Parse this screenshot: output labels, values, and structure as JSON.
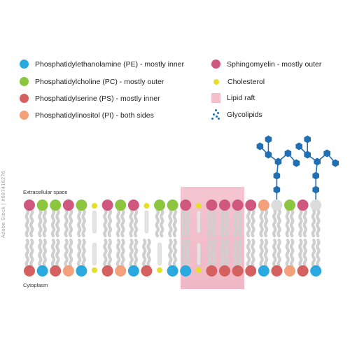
{
  "colors": {
    "pe": "#29a9e0",
    "pc": "#8cc63f",
    "ps": "#d4605f",
    "pi": "#f4a07a",
    "sm": "#d0587f",
    "cholesterol": "#e7de2a",
    "raft": "#f2bfcb",
    "glycolipid": "#1f6fb5",
    "tail": "#e4e4e4",
    "head_plain": "#dcdcdc"
  },
  "legend": {
    "pe": "Phosphatidylethanolamine (PE) - mostly inner",
    "pc": "Phosphatidylcholine (PC) - mostly outer",
    "ps": "Phosphatidylserine (PS) - mostly inner",
    "pi": "Phosphatidylinositol (PI) - both sides",
    "sm": "Sphingomyelin - mostly outer",
    "cholesterol": "Cholesterol",
    "raft": "Lipid raft",
    "glyco": "Glycolipids"
  },
  "membrane": {
    "extracellular_label": "Extracellular space",
    "cytoplasm_label": "Cytoplasm",
    "outer_leaflet": [
      "sm",
      "pc",
      "pc",
      "sm",
      "pc",
      "chol",
      "sm",
      "pc",
      "sm",
      "chol",
      "pc",
      "pc",
      "sm",
      "chol",
      "sm",
      "sm",
      "sm",
      "sm",
      "pi",
      "glyco",
      "pc",
      "sm",
      "glyco"
    ],
    "inner_leaflet": [
      "ps",
      "pe",
      "ps",
      "pi",
      "pe",
      "chol",
      "ps",
      "pi",
      "pe",
      "ps",
      "chol",
      "pe",
      "pe",
      "chol",
      "ps",
      "ps",
      "ps",
      "ps",
      "pe",
      "ps",
      "pi",
      "ps",
      "pe"
    ]
  },
  "watermark": {
    "side_id": "Adobe Stock | #687416276"
  }
}
